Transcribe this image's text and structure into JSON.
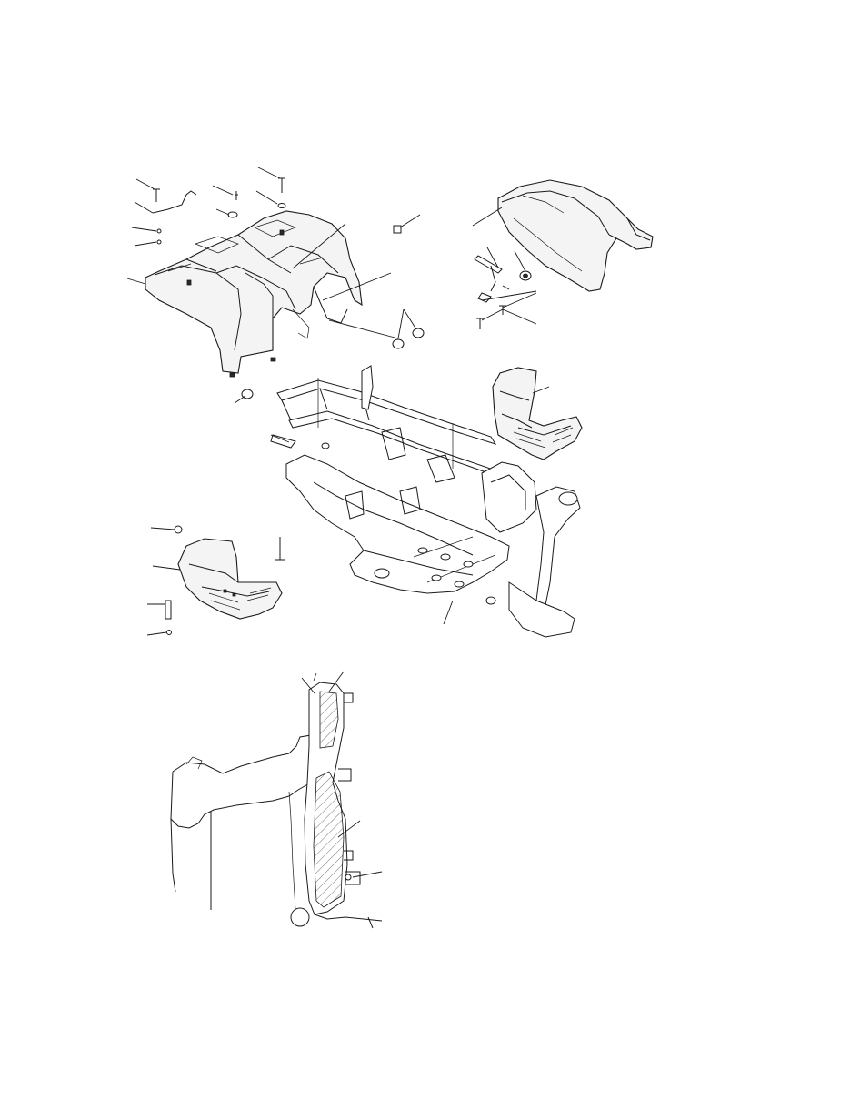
{
  "diagram": {
    "type": "exploded-parts-diagram",
    "background": "#ffffff",
    "line_color": "#1a1a1a",
    "assemblies": [
      {
        "name": "rear-fender",
        "icon": "rear-fender-icon"
      },
      {
        "name": "seat",
        "icon": "seat-icon"
      },
      {
        "name": "frame",
        "icon": "frame-icon"
      },
      {
        "name": "right-footwell",
        "icon": "footwell-icon"
      },
      {
        "name": "left-footwell",
        "icon": "footwell-icon"
      },
      {
        "name": "detail-view-fender-section",
        "icon": "detail-section-icon"
      }
    ],
    "callout_labels": []
  }
}
